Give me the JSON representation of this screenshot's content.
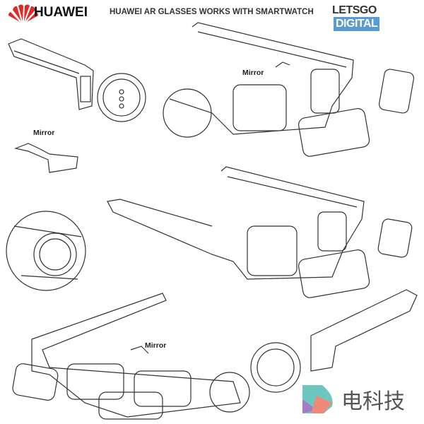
{
  "header": {
    "brand": "HUAWEI",
    "title": "HUAWEI AR GLASSES WORKS WITH SMARTWATCH",
    "site_a": "LETSGO",
    "site_b": "DIGITAL"
  },
  "labels": {
    "mirror_top": "Mirror",
    "mirror_left": "Mirror",
    "mirror_bottom": "Mirror"
  },
  "watermark": "电科技",
  "colors": {
    "huawei_red": "#e02a2a",
    "digital_blue": "#5b9bd1",
    "line": "#333333"
  }
}
